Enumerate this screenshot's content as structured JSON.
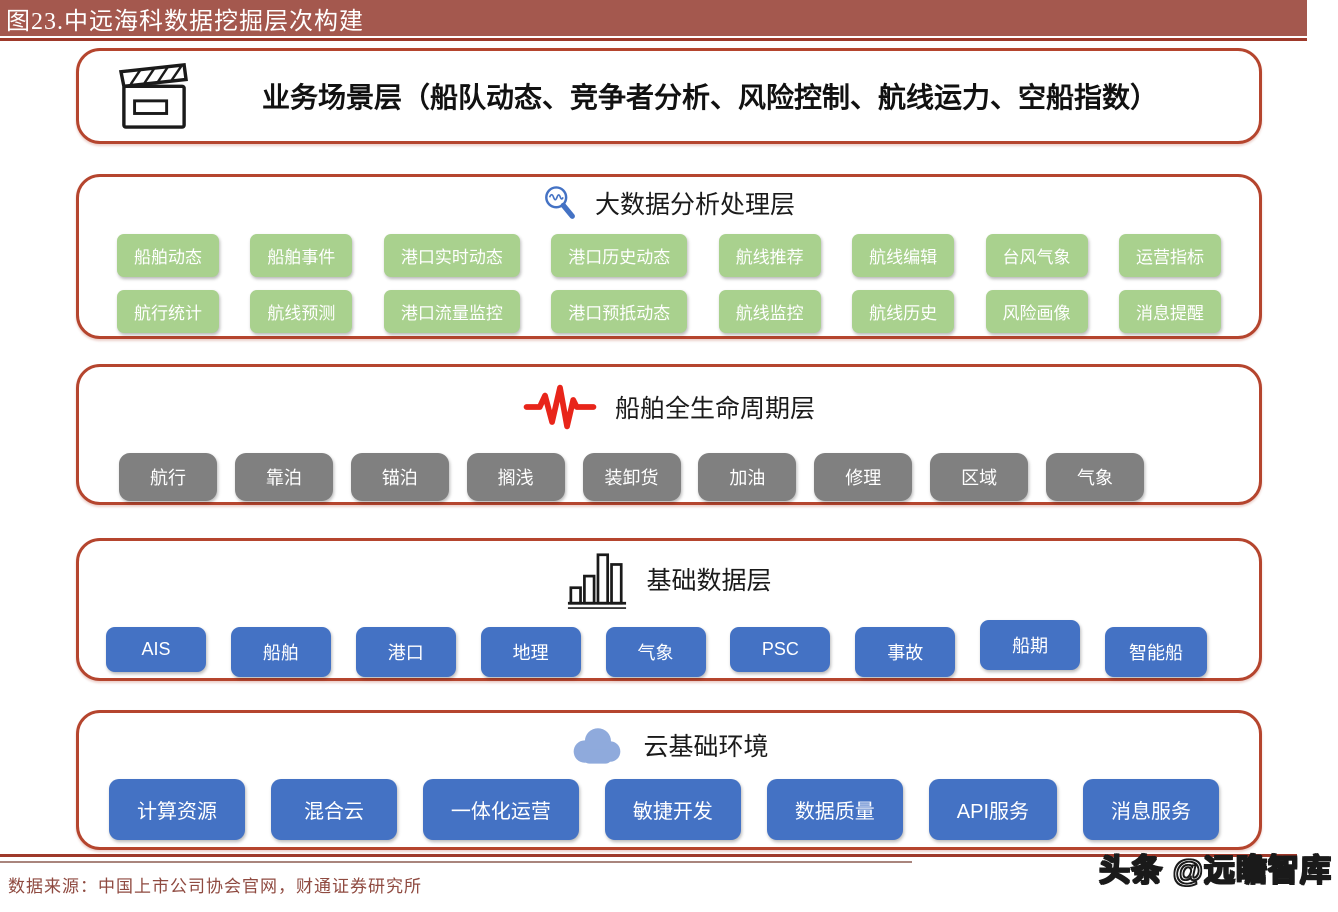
{
  "figure": {
    "title": "图23.中远海科数据挖掘层次构建",
    "source": "数据来源：中国上市公司协会官网，财通证券研究所",
    "watermark": "头条 @远瞻智库"
  },
  "colors": {
    "title_bar_bg": "#A4584E",
    "rule_red": "#9E392A",
    "box_border": "#B5452E",
    "chip_green": "#A9D18E",
    "chip_gray": "#808080",
    "chip_blue": "#4472C4",
    "cloud_blue": "#8FAADC",
    "pulse_red": "#E8251A",
    "magnifier_blue": "#4472C4"
  },
  "layers": [
    {
      "name": "business-scenario",
      "icon": "clapperboard-icon",
      "title": "业务场景层（船队动态、竞争者分析、风险控制、航线运力、空船指数）",
      "rows": []
    },
    {
      "name": "big-data-analysis",
      "icon": "magnifier-icon",
      "title": "大数据分析处理层",
      "rows": [
        [
          "船舶动态",
          "船舶事件",
          "港口实时动态",
          "港口历史动态",
          "航线推荐",
          "航线编辑",
          "台风气象",
          "运营指标"
        ],
        [
          "航行统计",
          "航线预测",
          "港口流量监控",
          "港口预抵动态",
          "航线监控",
          "航线历史",
          "风险画像",
          "消息提醒"
        ]
      ]
    },
    {
      "name": "vessel-lifecycle",
      "icon": "pulse-icon",
      "title": "船舶全生命周期层",
      "rows": [
        [
          "航行",
          "靠泊",
          "锚泊",
          "搁浅",
          "装卸货",
          "加油",
          "修理",
          "区域",
          "气象"
        ]
      ]
    },
    {
      "name": "base-data",
      "icon": "bar-chart-icon",
      "title": "基础数据层",
      "rows": [
        [
          "AIS",
          "船舶",
          "港口",
          "地理",
          "气象",
          "PSC",
          "事故",
          "船期",
          "智能船"
        ]
      ]
    },
    {
      "name": "cloud-infrastructure",
      "icon": "cloud-icon",
      "title": "云基础环境",
      "rows": [
        [
          "计算资源",
          "混合云",
          "一体化运营",
          "敏捷开发",
          "数据质量",
          "API服务",
          "消息服务"
        ]
      ]
    }
  ]
}
